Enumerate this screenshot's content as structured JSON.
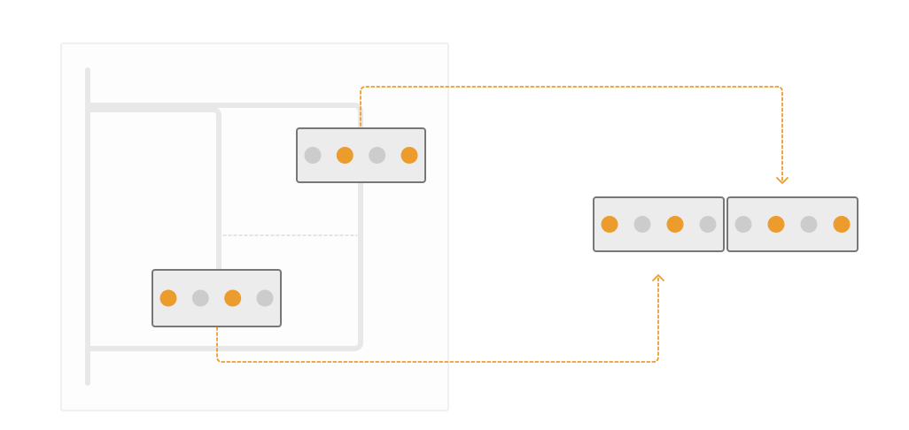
{
  "diagram": {
    "colors": {
      "background": "#ffffff",
      "panel_fill": "#fdfdfd",
      "panel_border": "#ececec",
      "tree_line": "#e8e8e8",
      "divider": "#dddddd",
      "chunk_fill": "#ececec",
      "chunk_border": "#777777",
      "dot_on": "#eb9c2d",
      "dot_off": "#cccccc",
      "arrow": "#eb9c2d"
    },
    "source_chunk_top": {
      "dots": [
        "off",
        "on",
        "off",
        "on"
      ]
    },
    "source_chunk_bottom": {
      "dots": [
        "on",
        "off",
        "on",
        "off"
      ]
    },
    "result_chunk_left": {
      "dots": [
        "on",
        "off",
        "on",
        "off"
      ]
    },
    "result_chunk_right": {
      "dots": [
        "off",
        "on",
        "off",
        "on"
      ]
    },
    "arrows": [
      {
        "from": "source_chunk_top",
        "to": "result_chunk_right"
      },
      {
        "from": "source_chunk_bottom",
        "to": "result_chunk_left"
      }
    ]
  }
}
